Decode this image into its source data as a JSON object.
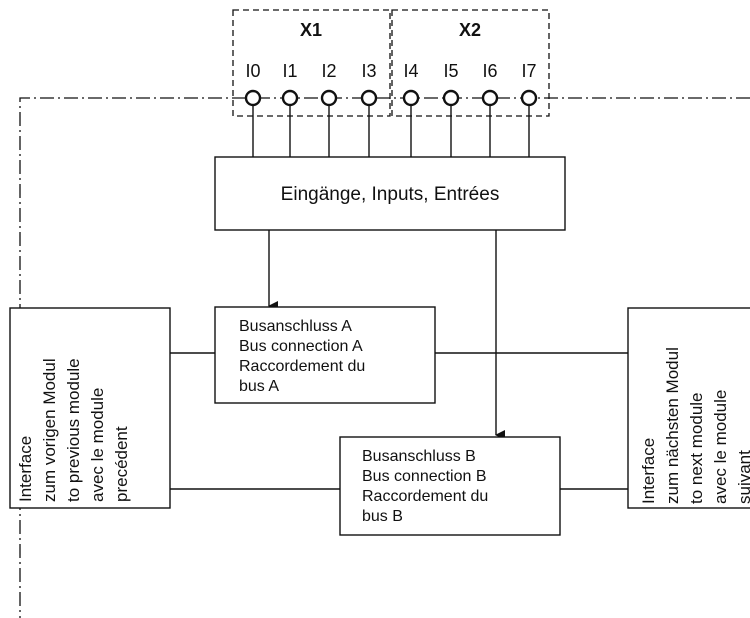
{
  "connectors": [
    {
      "label": "X1",
      "pins": [
        "I0",
        "I1",
        "I2",
        "I3"
      ]
    },
    {
      "label": "X2",
      "pins": [
        "I4",
        "I5",
        "I6",
        "I7"
      ]
    }
  ],
  "inputs_box": {
    "label": "Eingänge, Inputs, Entrées"
  },
  "bus_a": {
    "lines": [
      "Busanschluss A",
      "Bus connection A",
      "Raccordement du",
      "bus A"
    ]
  },
  "bus_b": {
    "lines": [
      "Busanschluss B",
      "Bus connection B",
      "Raccordement du",
      "bus B"
    ]
  },
  "interface_left": {
    "lines": [
      "Interface",
      "zum vorigen Modul",
      "to previous module",
      "avec le module",
      "precédent"
    ]
  },
  "interface_right": {
    "lines": [
      "Interface",
      "zum nächsten Modul",
      "to next module",
      "avec le module",
      "suivant"
    ]
  }
}
